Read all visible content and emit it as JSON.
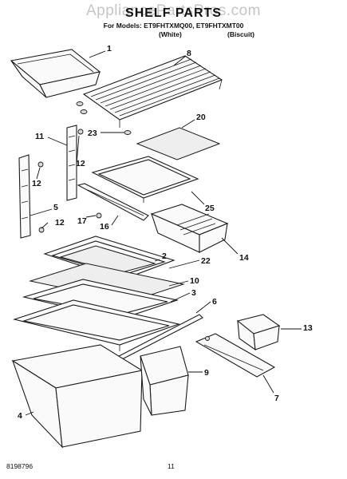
{
  "watermark": "AppliancePartsPros.com",
  "title": "SHELF PARTS",
  "models_line": "For Models: ET9FHTXMQ00, ET9FHTXMT00",
  "variants": [
    "(White)",
    "(Biscuit)"
  ],
  "callouts": [
    "1",
    "8",
    "23",
    "20",
    "11",
    "12",
    "12",
    "5",
    "12",
    "17",
    "16",
    "25",
    "14",
    "2",
    "22",
    "10",
    "3",
    "6",
    "13",
    "9",
    "7",
    "4"
  ],
  "footer": {
    "doc_number": "8198796",
    "page_number": "11"
  }
}
